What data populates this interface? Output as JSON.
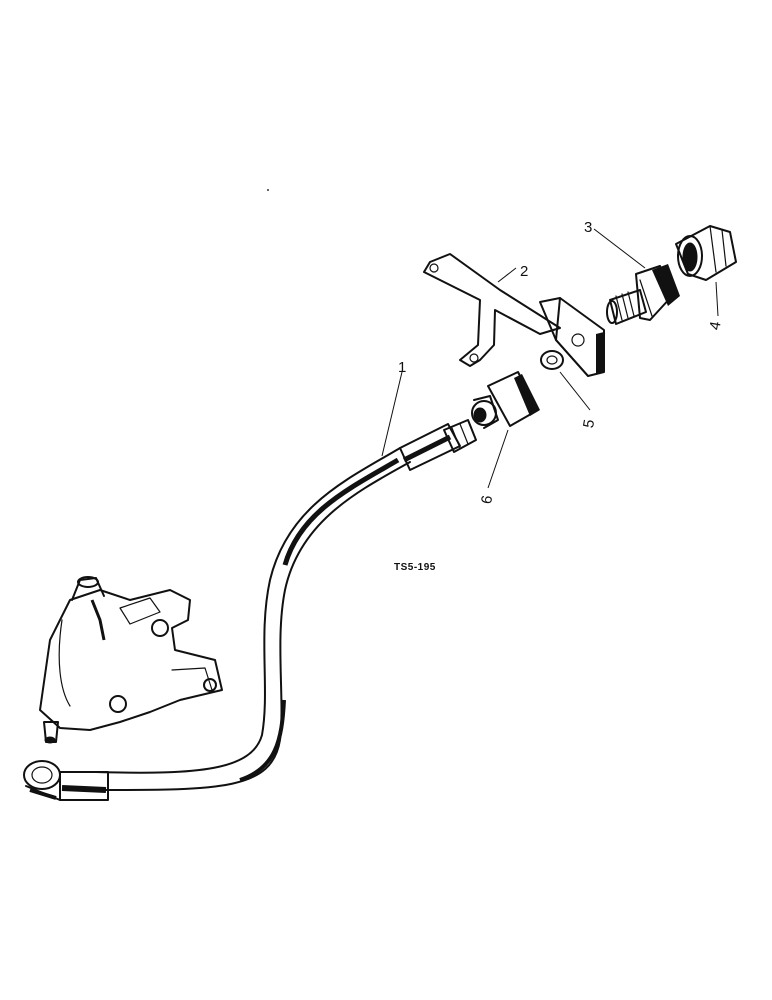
{
  "figure": {
    "id_label": "TS5-195",
    "callouts": [
      {
        "key": "hose",
        "number": "1"
      },
      {
        "key": "bracket",
        "number": "2"
      },
      {
        "key": "connector",
        "number": "3"
      },
      {
        "key": "nut",
        "number": "4"
      },
      {
        "key": "washer",
        "number": "5"
      },
      {
        "key": "adapter",
        "number": "6"
      }
    ]
  }
}
